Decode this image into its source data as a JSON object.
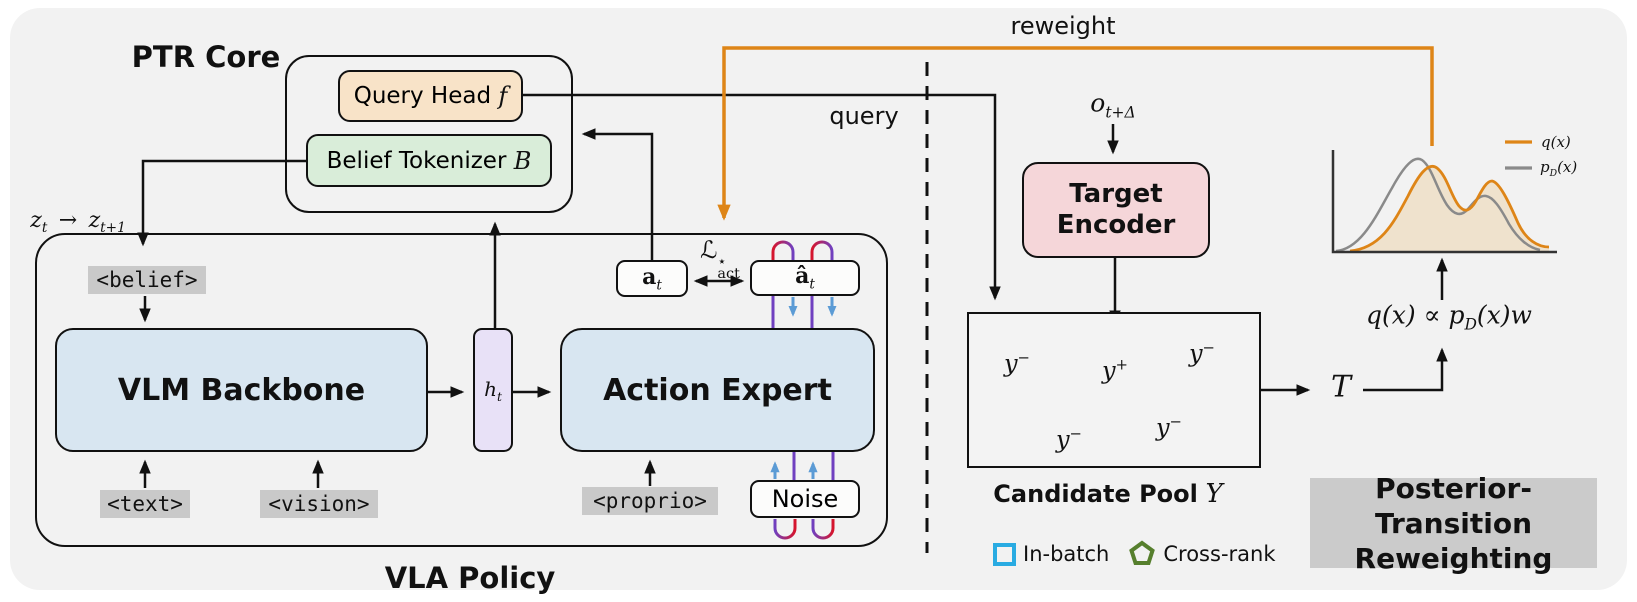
{
  "colors": {
    "accent_orange": "#DE8517",
    "inbatch_blue": "#29ABE2",
    "positive_red": "#C5121C",
    "crossrank_green": "#567F2D",
    "flow_purple": "#7040C0",
    "flow_blue": "#5B9BD5"
  },
  "ptr": {
    "title": "PTR Core",
    "query_head_label": "Query Head",
    "query_head_var": "f",
    "belief_label": "Belief Tokenizer",
    "belief_var": "B"
  },
  "vla": {
    "title": "VLA Policy",
    "vlm_backbone": "VLM Backbone",
    "action_expert": "Action Expert",
    "noise": "Noise",
    "h_base": "h",
    "h_sub": "t",
    "a_base": "a",
    "a_sub": "t",
    "ahat_base": "â",
    "ahat_sub": "t",
    "loss_base": "ℒ",
    "loss_sup": "⋆",
    "loss_sub": "act",
    "tok_belief": "<belief>",
    "tok_text": "<text>",
    "tok_vision": "<vision>",
    "tok_proprio": "<proprio>",
    "z1": "z",
    "z1_sub": "t",
    "z_arrow": "→",
    "z2": "z",
    "z2_sub": "t+1"
  },
  "flow": {
    "reweight": "reweight",
    "query": "query"
  },
  "right": {
    "obs_base": "o",
    "obs_sub": "t+Δ",
    "te_line1": "Target",
    "te_line2": "Encoder",
    "pool_title": "Candidate Pool",
    "pool_var": "Y",
    "pool_items": [
      {
        "shape": "square",
        "base": "y",
        "sup": "−"
      },
      {
        "shape": "circle",
        "base": "y",
        "sup": "+"
      },
      {
        "shape": "pentagon",
        "base": "y",
        "sup": "−"
      },
      {
        "shape": "pentagon",
        "base": "y",
        "sup": "−"
      },
      {
        "shape": "square",
        "base": "y",
        "sup": "−"
      }
    ],
    "transport": "T",
    "eq_pre": "q(x) ∝ p",
    "eq_sub": "D",
    "eq_post": "(x)w",
    "legend_q": "q(x)",
    "legend_p_base": "p",
    "legend_p_sub": "D",
    "legend_p_post": "(x)",
    "inbatch": "In-batch",
    "crossrank": "Cross-rank",
    "posterior_line1": "Posterior-Transition",
    "posterior_line2": "Reweighting"
  }
}
